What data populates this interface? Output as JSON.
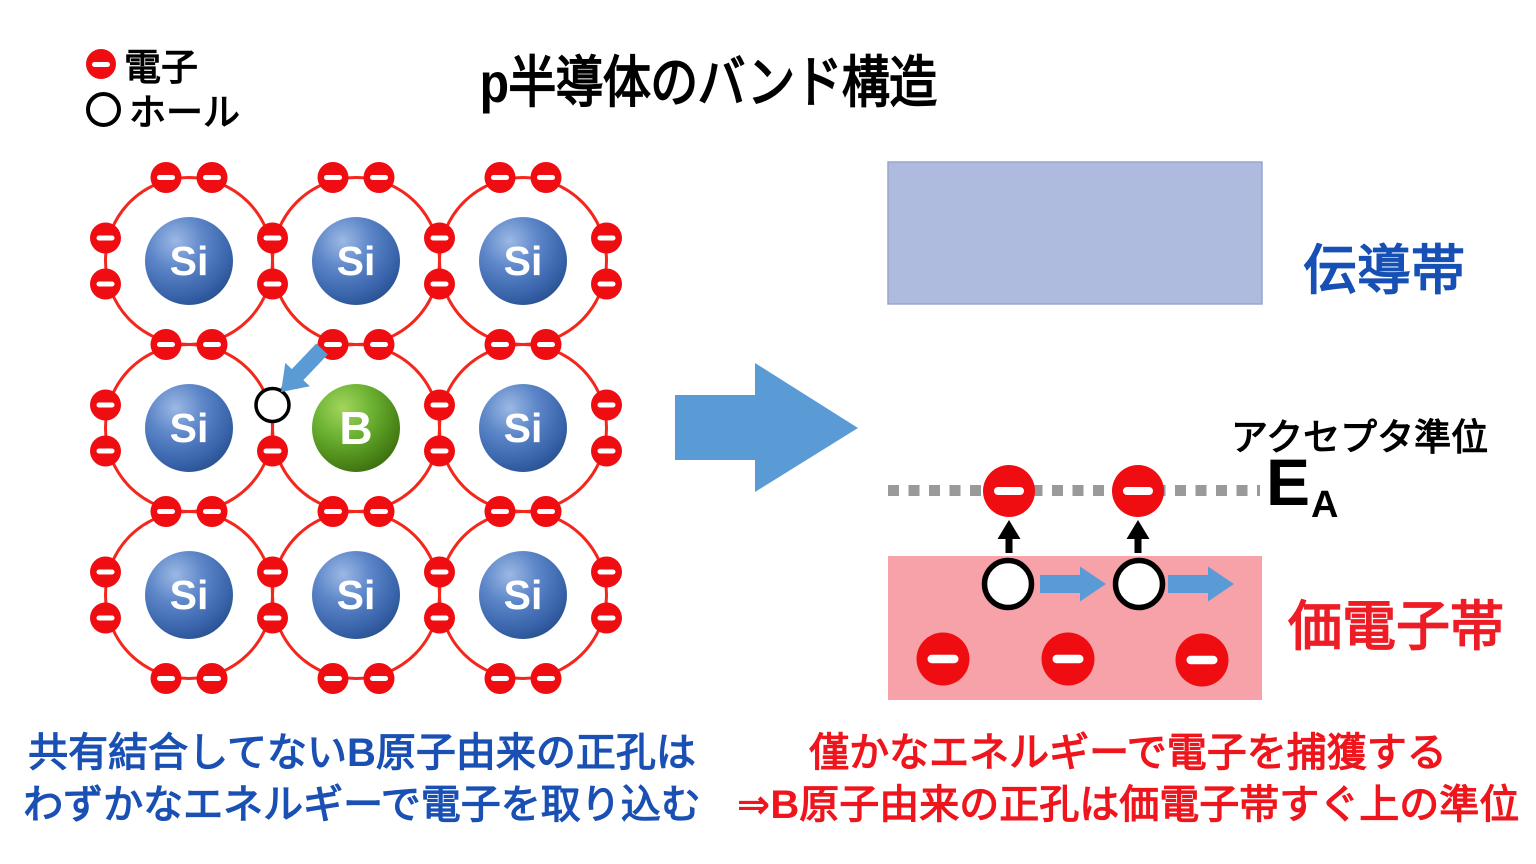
{
  "title": "p半導体のバンド構造",
  "legend": {
    "electron_label": "電子",
    "hole_label": "ホール"
  },
  "lattice": {
    "atoms": [
      [
        "Si",
        "Si",
        "Si"
      ],
      [
        "Si",
        "B",
        "Si"
      ],
      [
        "Si",
        "Si",
        "Si"
      ]
    ],
    "dopant_symbol": "B",
    "host_symbol": "Si",
    "hole_site": {
      "row": 1,
      "between_cols": [
        0,
        1
      ],
      "missing": "upper electron of shared pair"
    }
  },
  "band_diagram": {
    "conduction_band_label": "伝導帯",
    "valence_band_label": "価電子帯",
    "acceptor_level_label": "アクセプタ準位",
    "energy_symbol": "E",
    "energy_subscript": "A",
    "level_electron_count": 2,
    "hole_count": 2,
    "valence_electron_count": 3
  },
  "captions": {
    "left_line1": "共有結合してないB原子由来の正孔は",
    "left_line2": "わずかなエネルギーで電子を取り込む",
    "right_line1": "僅かなエネルギーで電子を捕獲する",
    "right_line2": "⇒B原子由来の正孔は価電子帯すぐ上の準位"
  },
  "colors": {
    "electron_red": "#ef0d12",
    "bond_red": "#f3271c",
    "si_blue_mid": "#4a77be",
    "si_blue_light": "#9cb8e4",
    "si_blue_dark": "#27508f",
    "b_green_mid": "#6cb232",
    "b_green_light": "#a2d65c",
    "b_green_dark": "#3a6c10",
    "conduction_band_fill": "#afbadf",
    "valence_band_fill": "#f7a2a8",
    "arrow_blue": "#5b9bd5",
    "label_blue": "#1750b5",
    "label_red": "#ee1c25",
    "dash_gray": "#9a9a9a",
    "black": "#000000",
    "white": "#ffffff"
  }
}
